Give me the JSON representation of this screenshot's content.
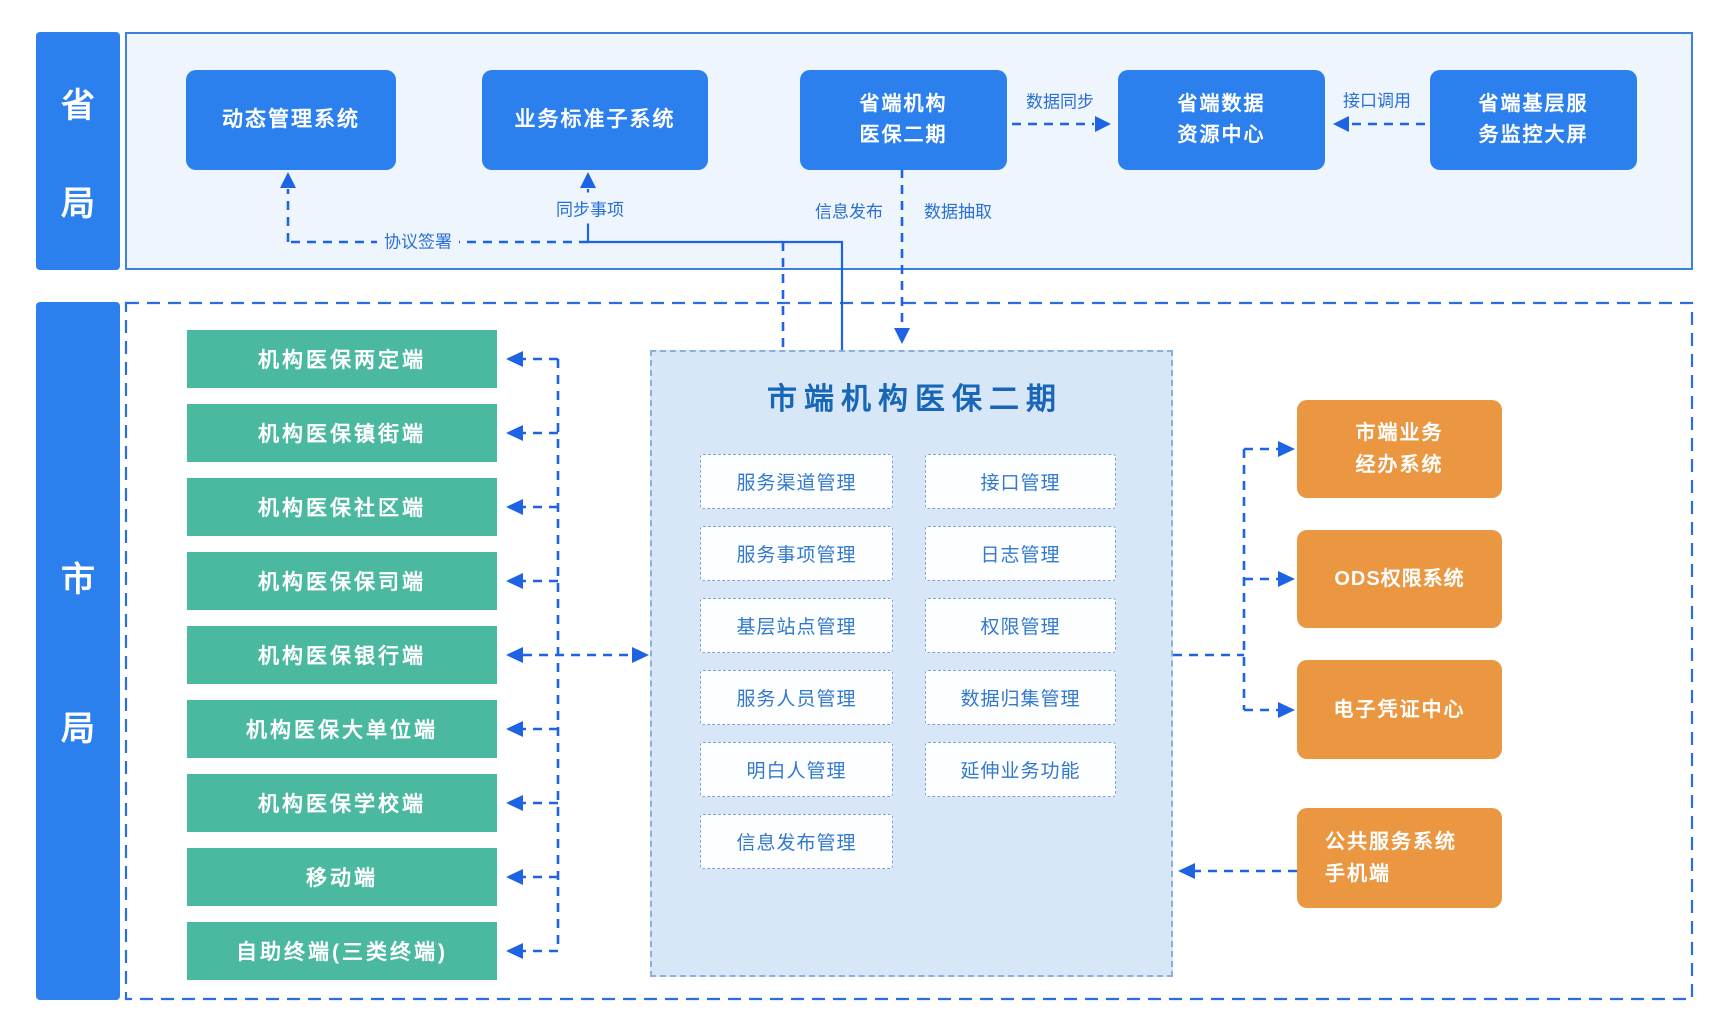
{
  "colors": {
    "box_blue": "#2b80ee",
    "wire_blue": "#1e63e3",
    "teal_green": "#4ab9a0",
    "orange": "#eb9641",
    "province_section_bg": "#eff5fc",
    "hub_bg": "#d7e7f8",
    "hub_title_blue": "#1766b8",
    "chip_text_blue": "#3279cc"
  },
  "province": {
    "sidebar_chars": [
      "省",
      "局"
    ],
    "systems": [
      "动态管理系统",
      "业务标准子系统",
      "省端机构\n医保二期",
      "省端数据\n资源中心",
      "省端基层服\n务监控大屏"
    ],
    "flow_labels": {
      "data_sync": "数据同步",
      "api_call": "接口调用",
      "sync_items": "同步事项",
      "protocol_sign": "协议签署",
      "info_publish": "信息发布",
      "data_extract": "数据抽取"
    }
  },
  "city": {
    "sidebar_chars": [
      "市",
      "局"
    ],
    "terminals": [
      "机构医保两定端",
      "机构医保镇街端",
      "机构医保社区端",
      "机构医保保司端",
      "机构医保银行端",
      "机构医保大单位端",
      "机构医保学校端",
      "移动端",
      "自助终端(三类终端)"
    ],
    "hub": {
      "title": "市端机构医保二期",
      "modules_left": [
        "服务渠道管理",
        "服务事项管理",
        "基层站点管理",
        "服务人员管理",
        "明白人管理",
        "信息发布管理"
      ],
      "modules_right": [
        "接口管理",
        "日志管理",
        "权限管理",
        "数据归集管理",
        "延伸业务功能"
      ]
    },
    "external_systems": [
      "市端业务\n经办系统",
      "ODS权限系统",
      "电子凭证中心",
      "公共服务系统\n手机端"
    ]
  }
}
